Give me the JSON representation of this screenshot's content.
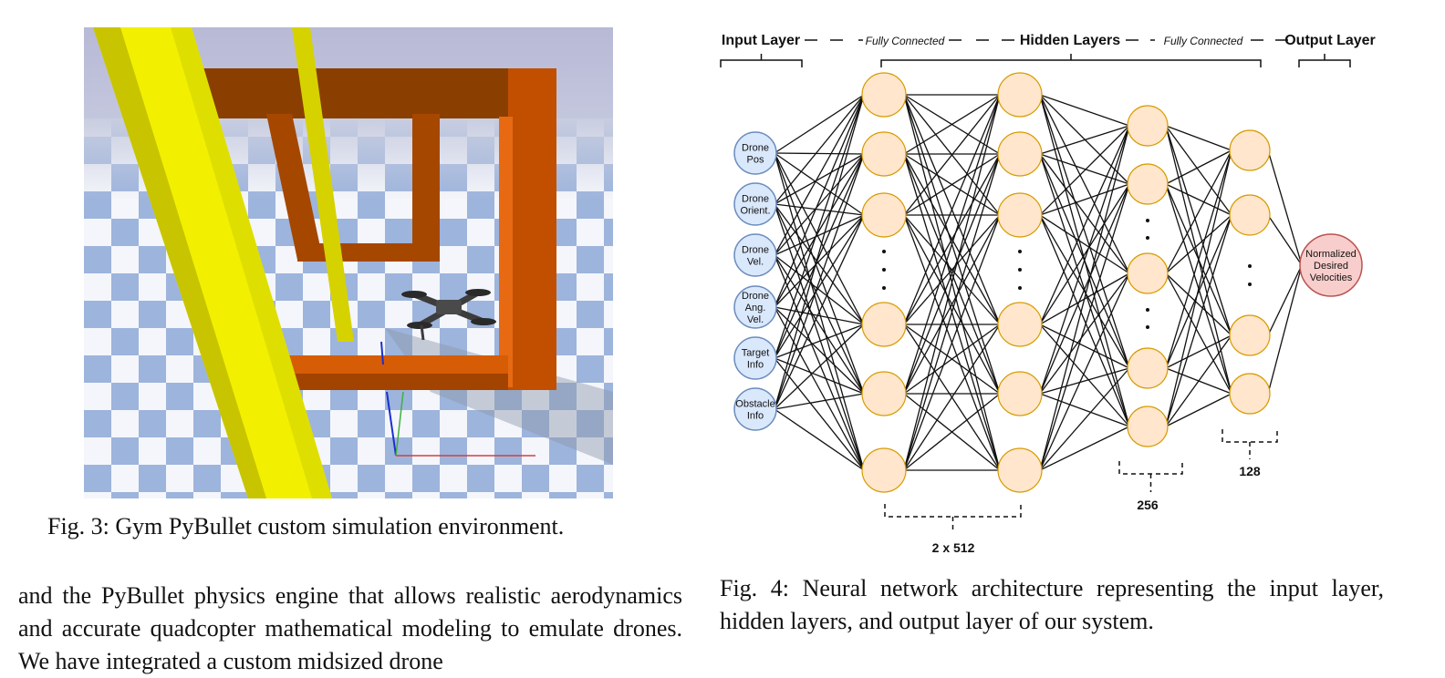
{
  "fig3": {
    "caption": "Fig. 3: Gym PyBullet custom simulation environment."
  },
  "body_text": "and the PyBullet physics engine that allows realistic aerodynamics and accurate quadcopter mathematical modeling to emulate drones. We have integrated a custom midsized drone",
  "fig4": {
    "caption": "Fig. 4: Neural network architecture representing the input layer, hidden layers, and output layer of our system.",
    "headers": {
      "input_layer": "Input Layer",
      "fully_connected_1": "Fully Connected",
      "hidden_layers": "Hidden Layers",
      "fully_connected_2": "Fully Connected",
      "output_layer": "Output Layer"
    },
    "inputs": [
      [
        "Drone",
        "Pos"
      ],
      [
        "Drone",
        "Orient."
      ],
      [
        "Drone",
        "Vel."
      ],
      [
        "Drone",
        "Ang.",
        "Vel."
      ],
      [
        "Target",
        "Info"
      ],
      [
        "Obstacle",
        "Info"
      ]
    ],
    "output": [
      "Normalized",
      "Desired",
      "Velocities"
    ],
    "size_labels": {
      "hidden_512": "2 x 512",
      "hidden_256": "256",
      "hidden_128": "128"
    },
    "colors": {
      "input_fill": "#dae8fc",
      "input_stroke": "#6c8ebf",
      "hidden_fill": "#ffe6cc",
      "hidden_stroke": "#d79b00",
      "output_fill": "#f8cecc",
      "output_stroke": "#b85450"
    }
  }
}
